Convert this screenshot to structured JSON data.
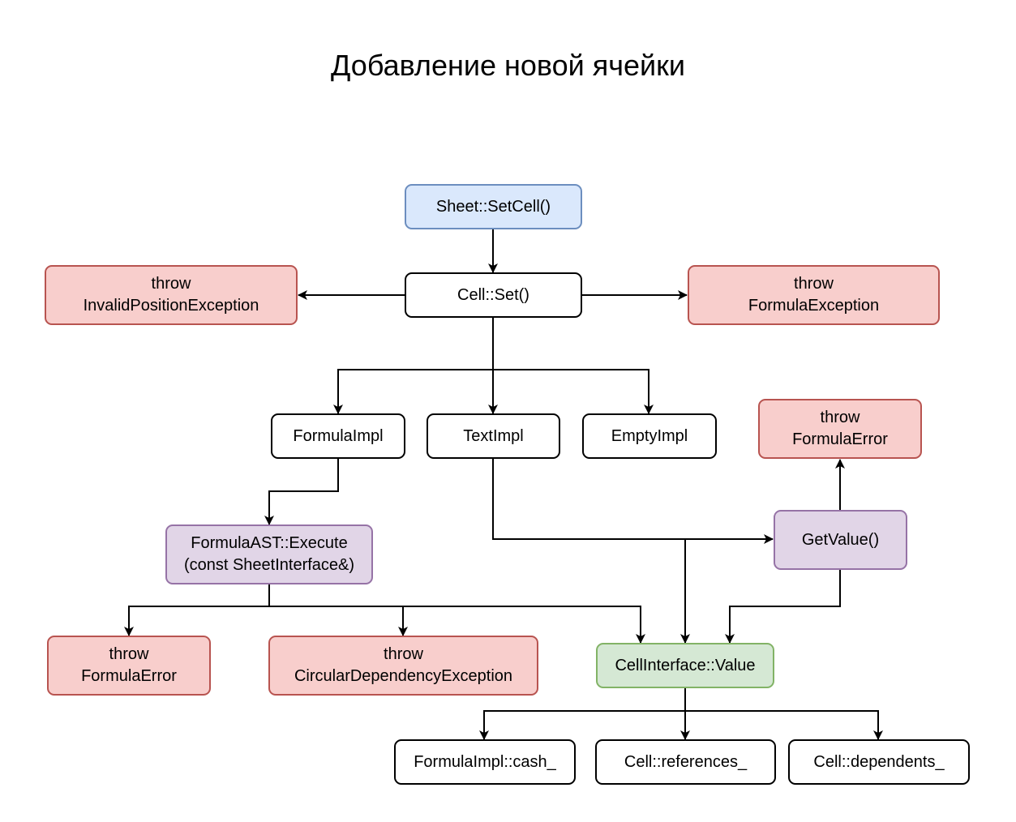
{
  "diagram": {
    "title": "Добавление новой ячейки",
    "nodes": {
      "sheet_setcell": {
        "lines": [
          "Sheet::SetCell()"
        ]
      },
      "cell_set": {
        "lines": [
          "Cell::Set()"
        ]
      },
      "throw_invalid_pos": {
        "lines": [
          "throw",
          "InvalidPositionException"
        ]
      },
      "throw_formula_exc": {
        "lines": [
          "throw",
          "FormulaException"
        ]
      },
      "formula_impl": {
        "lines": [
          "FormulaImpl"
        ]
      },
      "text_impl": {
        "lines": [
          "TextImpl"
        ]
      },
      "empty_impl": {
        "lines": [
          "EmptyImpl"
        ]
      },
      "throw_formula_err_top": {
        "lines": [
          "throw",
          "FormulaError"
        ]
      },
      "formula_ast_execute": {
        "lines": [
          "FormulaAST::Execute",
          "(const SheetInterface&)"
        ]
      },
      "get_value": {
        "lines": [
          "GetValue()"
        ]
      },
      "throw_formula_err_bottom": {
        "lines": [
          "throw",
          "FormulaError"
        ]
      },
      "throw_circular": {
        "lines": [
          "throw",
          "CircularDependencyException"
        ]
      },
      "cell_interface_value": {
        "lines": [
          "CellInterface::Value"
        ]
      },
      "formula_impl_cash": {
        "lines": [
          "FormulaImpl::cash_"
        ]
      },
      "cell_references": {
        "lines": [
          "Cell::references_"
        ]
      },
      "cell_dependents": {
        "lines": [
          "Cell::dependents_"
        ]
      }
    },
    "edges": [
      {
        "from": "sheet_setcell",
        "to": "cell_set"
      },
      {
        "from": "cell_set",
        "to": "throw_invalid_pos"
      },
      {
        "from": "cell_set",
        "to": "throw_formula_exc"
      },
      {
        "from": "cell_set",
        "to": "formula_impl"
      },
      {
        "from": "cell_set",
        "to": "text_impl"
      },
      {
        "from": "cell_set",
        "to": "empty_impl"
      },
      {
        "from": "formula_impl",
        "to": "formula_ast_execute"
      },
      {
        "from": "text_impl",
        "to": "get_value"
      },
      {
        "from": "text_impl",
        "to": "cell_interface_value"
      },
      {
        "from": "get_value",
        "to": "throw_formula_err_top"
      },
      {
        "from": "get_value",
        "to": "cell_interface_value"
      },
      {
        "from": "formula_ast_execute",
        "to": "throw_formula_err_bottom"
      },
      {
        "from": "formula_ast_execute",
        "to": "throw_circular"
      },
      {
        "from": "formula_ast_execute",
        "to": "cell_interface_value"
      },
      {
        "from": "cell_interface_value",
        "to": "formula_impl_cash"
      },
      {
        "from": "cell_interface_value",
        "to": "cell_references"
      },
      {
        "from": "cell_interface_value",
        "to": "cell_dependents"
      }
    ],
    "colors": {
      "blue_fill": "#dae8fc",
      "blue_stroke": "#6c8ebf",
      "red_fill": "#f8cecc",
      "red_stroke": "#b85450",
      "purple_fill": "#e1d5e7",
      "purple_stroke": "#9673a6",
      "green_fill": "#d5e8d4",
      "green_stroke": "#82b366"
    }
  }
}
